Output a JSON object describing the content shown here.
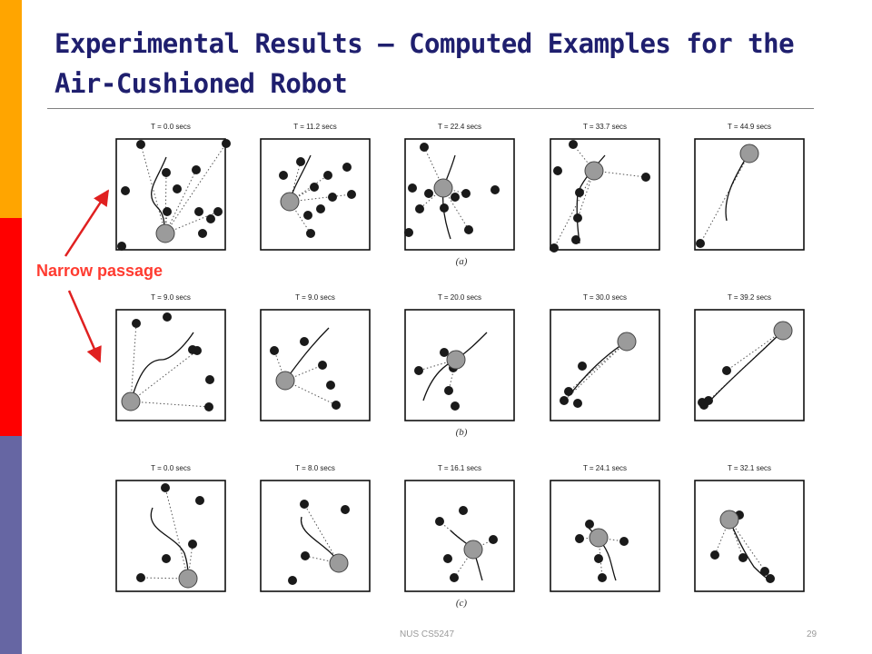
{
  "slide": {
    "title": "Experimental Results – Computed Examples for the Air-Cushioned Robot",
    "callout": "Narrow passage",
    "footer": "NUS CS5247",
    "page_number": "29"
  },
  "figure": {
    "rows": [
      {
        "caption": "(a)",
        "frames": [
          "T = 0.0 secs",
          "T = 11.2 secs",
          "T = 22.4 secs",
          "T = 33.7 secs",
          "T = 44.9 secs"
        ]
      },
      {
        "caption": "(b)",
        "frames": [
          "T = 9.0 secs",
          "T = 9.0 secs",
          "T = 20.0 secs",
          "T = 30.0 secs",
          "T = 39.2 secs"
        ]
      },
      {
        "caption": "(c)",
        "frames": [
          "T = 0.0 secs",
          "T = 8.0 secs",
          "T = 16.1 secs",
          "T = 24.1 secs",
          "T = 32.1 secs"
        ]
      }
    ]
  },
  "colors": {
    "title": "#1f1f6e",
    "callout": "#ff3b30",
    "accent_orange": "#ffa500",
    "accent_red": "#ff0000",
    "accent_purple": "#6666a3"
  }
}
